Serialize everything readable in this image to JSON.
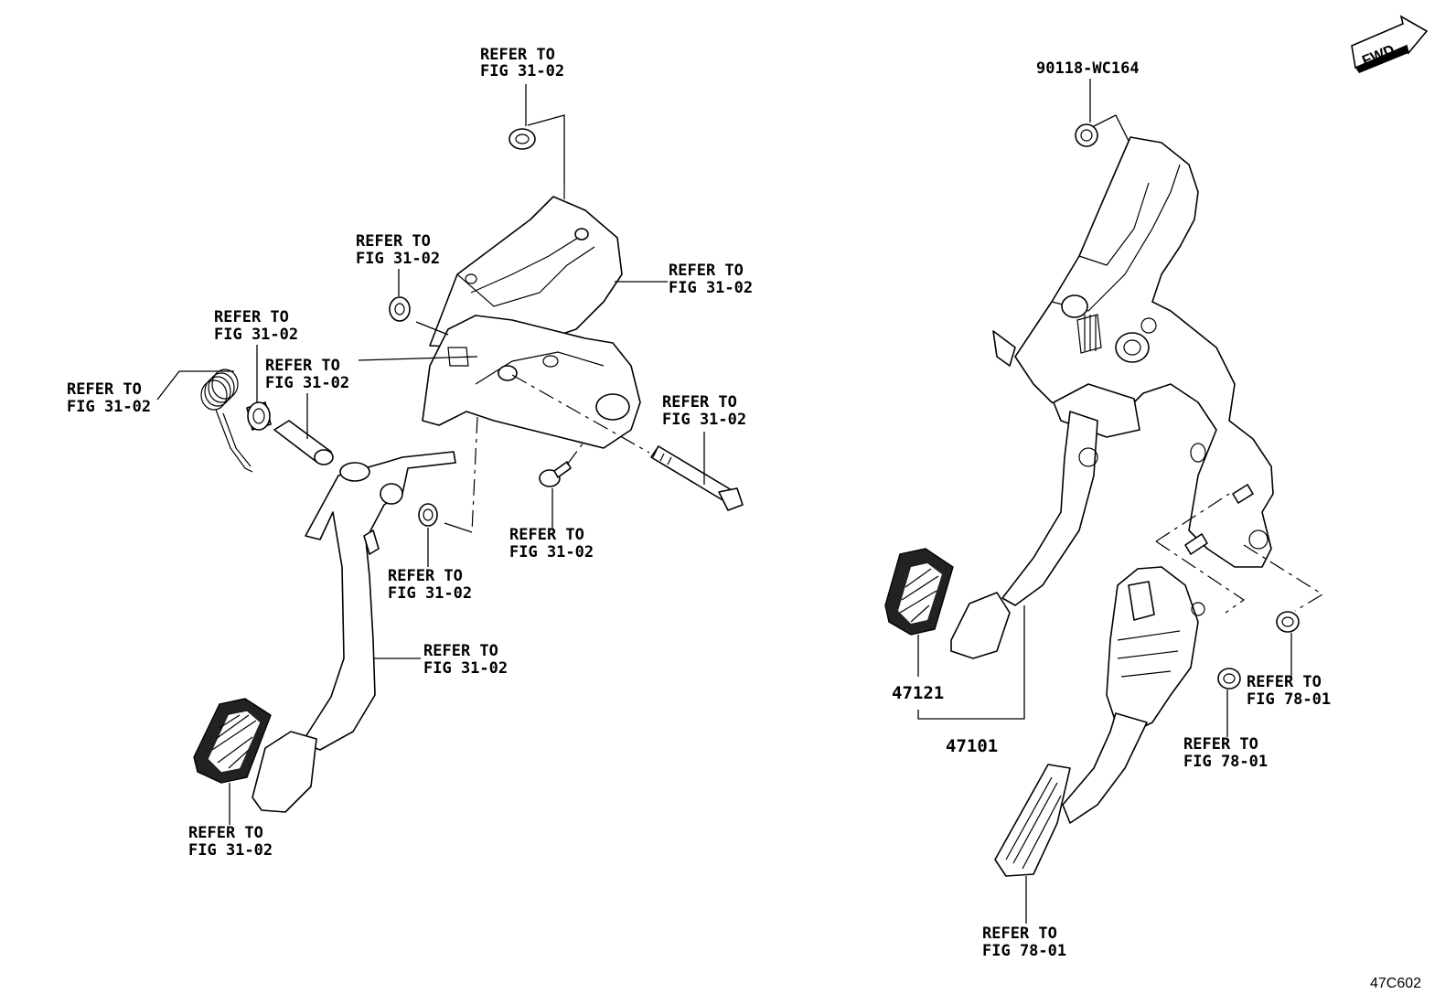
{
  "callouts": [
    {
      "line1": "REFER TO",
      "line2": "FIG 31-02"
    },
    {
      "line1": "REFER TO",
      "line2": "FIG 31-02"
    },
    {
      "line1": "REFER TO",
      "line2": "FIG 31-02"
    },
    {
      "line1": "REFER TO",
      "line2": "FIG 31-02"
    },
    {
      "line1": "REFER TO",
      "line2": "FIG 31-02"
    },
    {
      "line1": "REFER TO",
      "line2": "FIG 31-02"
    },
    {
      "line1": "REFER TO",
      "line2": "FIG 31-02"
    },
    {
      "line1": "REFER TO",
      "line2": "FIG 31-02"
    },
    {
      "line1": "REFER TO",
      "line2": "FIG 31-02"
    },
    {
      "line1": "REFER TO",
      "line2": "FIG 31-02"
    },
    {
      "line1": "REFER TO",
      "line2": "FIG 31-02"
    },
    {
      "line1": "REFER TO",
      "line2": "FIG 78-01"
    },
    {
      "line1": "REFER TO",
      "line2": "FIG 78-01"
    },
    {
      "line1": "REFER TO",
      "line2": "FIG 78-01"
    }
  ],
  "part_numbers": {
    "nut_top": "90118-WC164",
    "pad": "47121",
    "pedal_assy": "47101"
  },
  "fwd_label": "FWD",
  "figure_code": "47C602"
}
